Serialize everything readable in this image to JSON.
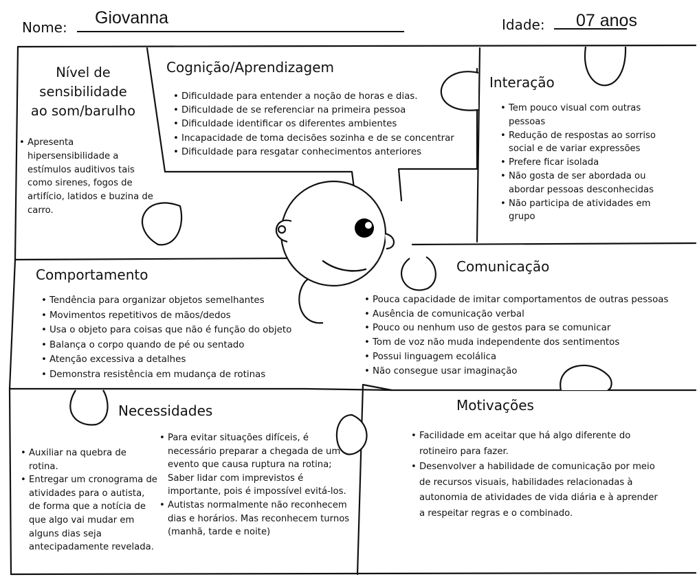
{
  "header": {
    "name_label": "Nome:",
    "name_value": "Giovanna",
    "age_label": "Idade:",
    "age_value": "07 anos"
  },
  "sections": {
    "sensibilidade": {
      "title_lines": [
        "Nível de",
        "sensibilidade",
        "ao som/barulho"
      ],
      "items": [
        "Apresenta hipersensibilidade a estímulos auditivos tais como sirenes, fogos de artifício, latidos e buzina de carro."
      ]
    },
    "cognicao": {
      "title": "Cognição/Aprendizagem",
      "items": [
        "Dificuldade para entender a noção de horas e dias.",
        "Dificuldade de se referenciar na primeira pessoa",
        "Dificuldade identificar os diferentes ambientes",
        "Incapacidade de toma decisões sozinha e de se concentrar",
        "Dificuldade para resgatar conhecimentos anteriores"
      ]
    },
    "interacao": {
      "title": "Interação",
      "items": [
        "Tem pouco visual com outras pessoas",
        "Redução de respostas ao sorriso social e de variar expressões",
        "Prefere ficar isolada",
        "Não gosta de ser abordada ou abordar pessoas desconhecidas",
        "Não participa de atividades em grupo"
      ]
    },
    "comportamento": {
      "title": "Comportamento",
      "items": [
        "Tendência para organizar objetos semelhantes",
        "Movimentos repetitivos de mãos/dedos",
        "Usa o objeto para coisas que não é função do objeto",
        "Balança o corpo quando de pé ou sentado",
        "Atenção excessiva a detalhes",
        "Demonstra resistência em mudança de rotinas"
      ]
    },
    "comunicacao": {
      "title": "Comunicação",
      "items": [
        "Pouca capacidade de imitar comportamentos de outras pessoas",
        "Ausência de comunicação verbal",
        "Pouco ou nenhum uso de gestos para se comunicar",
        "Tom de voz não muda independente dos sentimentos",
        "Possui linguagem ecolálica",
        "Não consegue usar imaginação"
      ]
    },
    "necessidades": {
      "title": "Necessidades",
      "items_left": [
        "Auxiliar na quebra de rotina.",
        "Entregar um cronograma de atividades para o autista, de forma que a notícia de que algo vai mudar em alguns dias seja antecipadamente revelada."
      ],
      "items_right": [
        "Para evitar situações difíceis, é necessário preparar a chegada de um evento que causa ruptura na rotina; Saber lidar com imprevistos é importante, pois é impossível evitá-los.",
        "Autistas normalmente não reconhecem dias e horários. Mas reconhecem turnos (manhã, tarde e noite)"
      ]
    },
    "motivacoes": {
      "title": "Motivações",
      "items": [
        "Facilidade em aceitar que há algo diferente do rotineiro para fazer.",
        "Desenvolver a habilidade de comunicação por meio de recursos visuais, habilidades relacionadas à autonomia de atividades de vida diária e à aprender a respeitar regras e o combinado."
      ]
    }
  }
}
